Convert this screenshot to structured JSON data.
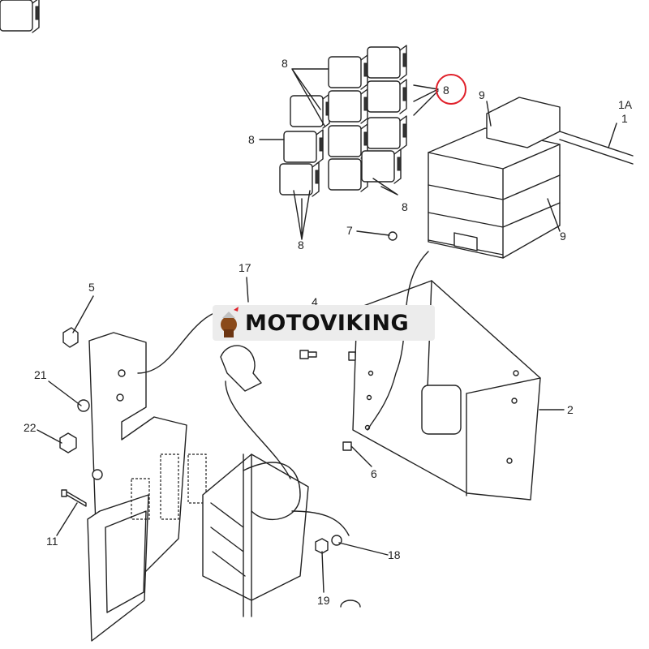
{
  "diagram": {
    "callouts": [
      "8",
      "8",
      "8",
      "8",
      "8",
      "9",
      "1A",
      "1",
      "9",
      "7",
      "17",
      "4",
      "5",
      "21",
      "22",
      "11",
      "2",
      "6",
      "18",
      "19"
    ],
    "highlight_color": "#e0202a"
  },
  "watermark": {
    "brand": "MOTOVIKING"
  }
}
